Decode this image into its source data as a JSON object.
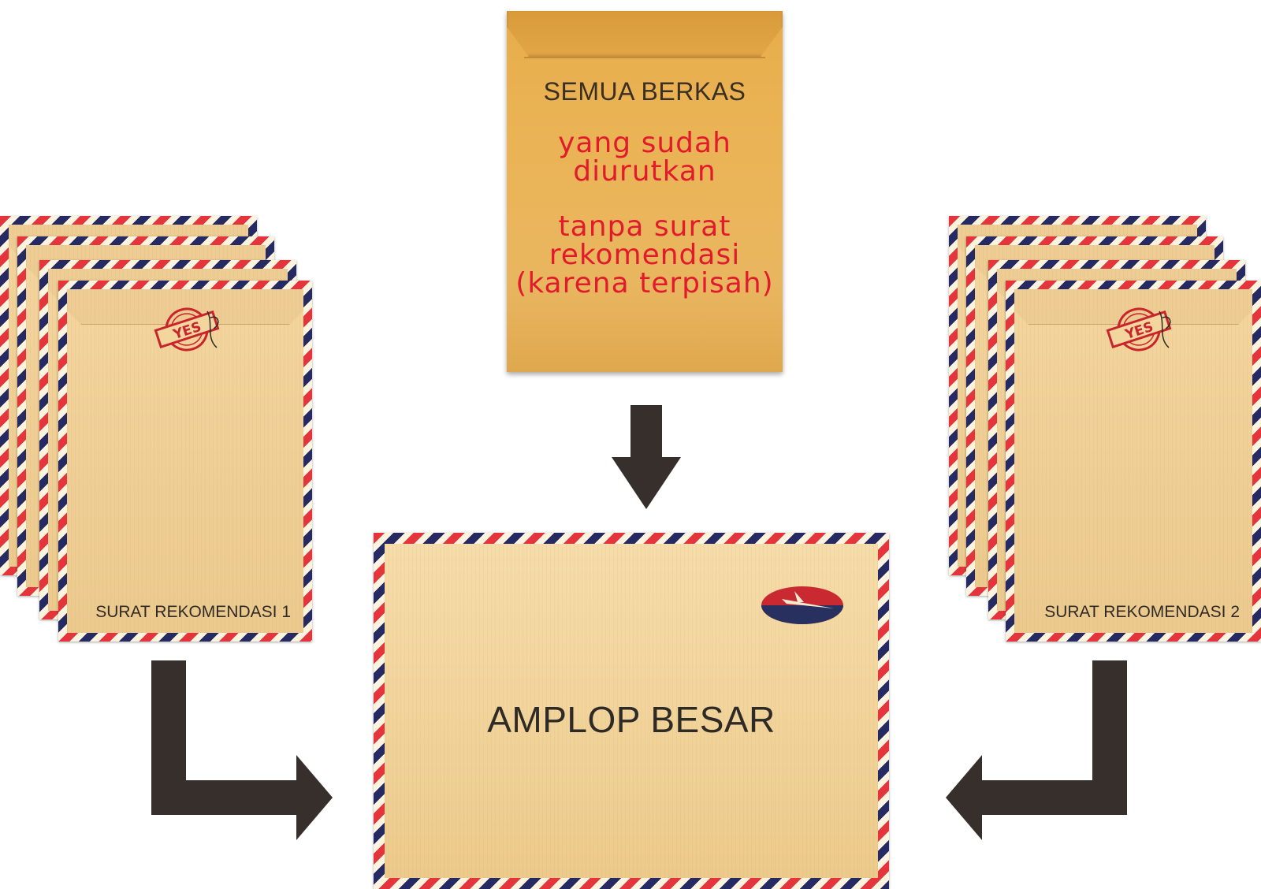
{
  "center_envelope": {
    "title": "SEMUA BERKAS",
    "note_1": "yang sudah diurutkan",
    "note_2_line_1": "tanpa surat",
    "note_2_line_2": "rekomendasi",
    "note_2_line_3": "(karena terpisah)"
  },
  "left_stack": {
    "label": "SURAT REKOMENDASI 1",
    "stamp_text": "YES"
  },
  "right_stack": {
    "label": "SURAT REKOMENDASI 2",
    "stamp_text": "YES"
  },
  "big_envelope": {
    "title": "AMPLOP BESAR"
  },
  "colors": {
    "arrow": "#362f2c",
    "note_red": "#e21b2c",
    "kraft": "#e9b35a",
    "stripe_red": "#e4343c",
    "stripe_blue": "#252a63"
  }
}
